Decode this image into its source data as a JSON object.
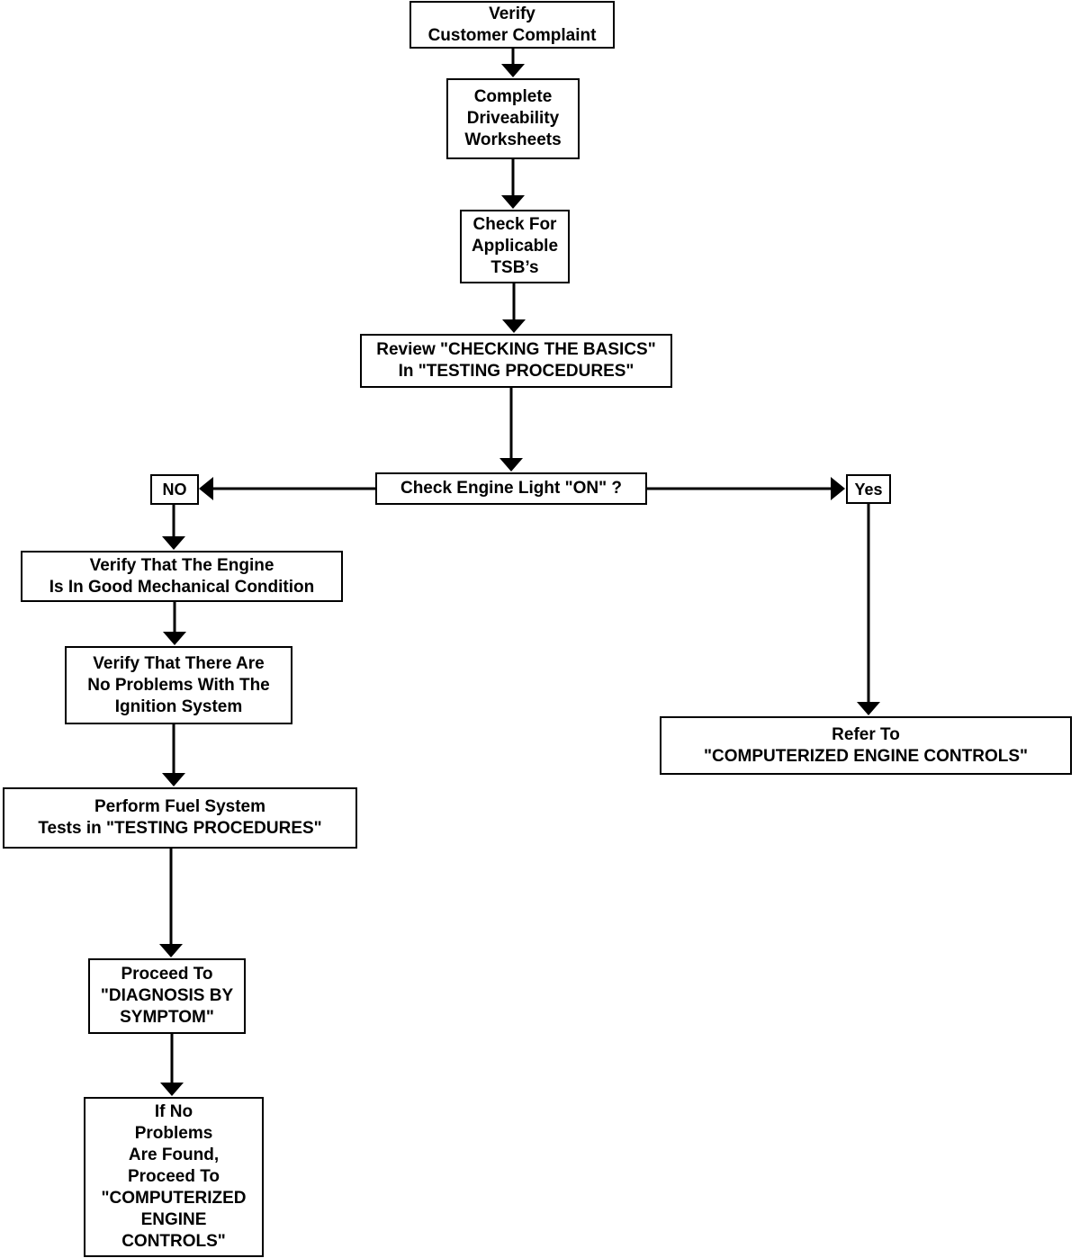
{
  "flowchart": {
    "verify": [
      "Verify",
      "Customer Complaint"
    ],
    "worksheets": [
      "Complete",
      "Driveability",
      "Worksheets"
    ],
    "tsb": [
      "Check For",
      "Applicable",
      "TSB’s"
    ],
    "review": [
      "Review \"CHECKING THE BASICS\"",
      "In \"TESTING PROCEDURES\""
    ],
    "check_light": [
      "Check Engine Light \"ON\" ?"
    ],
    "no": [
      "NO"
    ],
    "yes": [
      "Yes"
    ],
    "mechanical": [
      "Verify That The Engine",
      "Is In Good Mechanical Condition"
    ],
    "ignition": [
      "Verify That There Are",
      "No Problems With The",
      "Ignition System"
    ],
    "fuel": [
      "Perform Fuel System",
      "Tests in \"TESTING PROCEDURES\""
    ],
    "symptom": [
      "Proceed To",
      "\"DIAGNOSIS BY",
      "SYMPTOM\""
    ],
    "no_problems": [
      "If No",
      "Problems",
      "Are Found,",
      "Proceed To",
      "\"COMPUTERIZED",
      "ENGINE",
      "CONTROLS\""
    ],
    "refer": [
      "Refer To",
      "\"COMPUTERIZED ENGINE CONTROLS\""
    ]
  }
}
